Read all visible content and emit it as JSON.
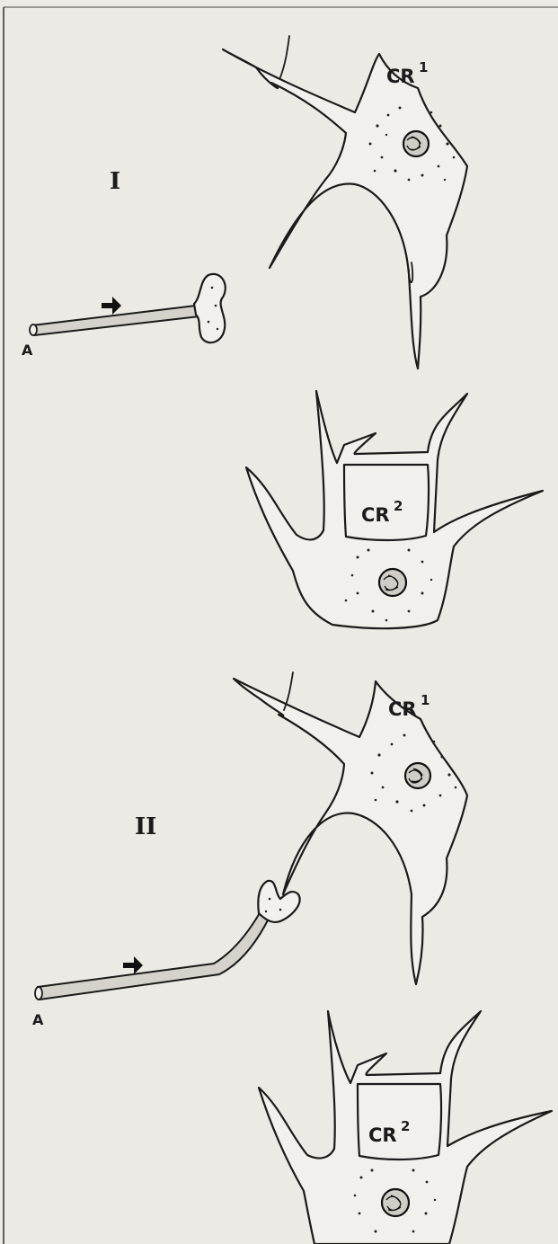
{
  "panels": [
    {
      "id": "I",
      "label": "I",
      "axon_label": "A",
      "cells": [
        {
          "label": "CR",
          "sup": "1"
        },
        {
          "label": "CR",
          "sup": "2"
        }
      ]
    },
    {
      "id": "II",
      "label": "II",
      "axon_label": "A",
      "cells": [
        {
          "label": "CR",
          "sup": "1"
        },
        {
          "label": "CR",
          "sup": "2"
        }
      ]
    }
  ],
  "colors": {
    "paper": "#ebeae5",
    "ink": "#1a1a1a"
  }
}
